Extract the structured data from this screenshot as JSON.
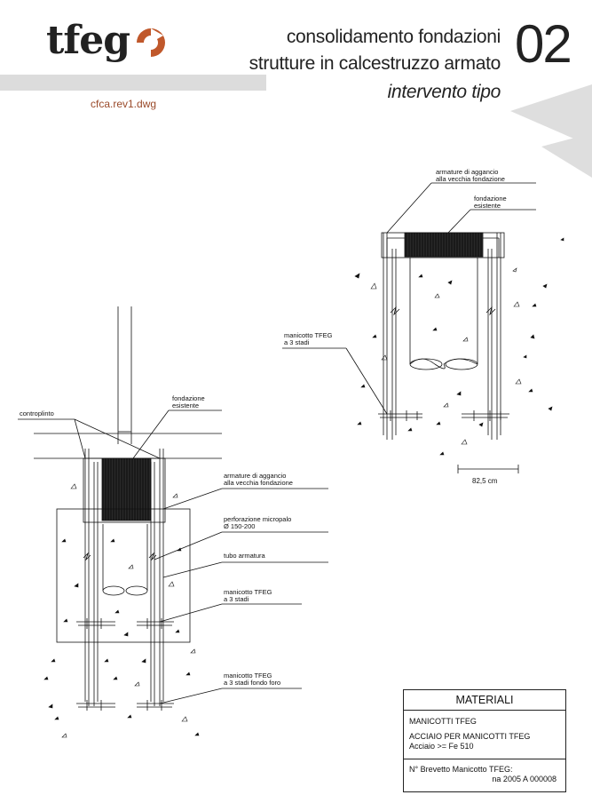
{
  "header": {
    "logo_text": "tfeg",
    "filename": "cfca.rev1.dwg",
    "title_line1": "consolidamento fondazioni",
    "title_line2": "strutture in calcestruzzo armato",
    "title_line3": "intervento tipo",
    "number": "02"
  },
  "colors": {
    "logo_accent": "#c0582b",
    "header_bar": "#dcdcdc",
    "ink": "#111111"
  },
  "drawing_top": {
    "label_armature_1": "armature di aggancio",
    "label_armature_2": "alla vecchia fondazione",
    "label_fondazione_1": "fondazione",
    "label_fondazione_2": "esistente",
    "label_manicotto_1": "manicotto TFEG",
    "label_manicotto_2": "a 3 stadi",
    "dimension": "82,5 cm"
  },
  "drawing_bottom": {
    "label_controplinto": "controplinto",
    "label_fondazione_1": "fondazione",
    "label_fondazione_2": "esistente",
    "label_armature_1": "armature di aggancio",
    "label_armature_2": "alla vecchia fondazione",
    "label_perforazione_1": "perforazione micropalo",
    "label_perforazione_2": "Ø 150-200",
    "label_tubo": "tubo armatura",
    "label_manicotto_1": "manicotto TFEG",
    "label_manicotto_2": "a 3 stadi",
    "label_fondo_1": "manicotto TFEG",
    "label_fondo_2": "a 3 stadi fondo foro"
  },
  "materials": {
    "header": "MATERIALI",
    "item_title": "MANICOTTI TFEG",
    "item_line1": "ACCIAIO PER MANICOTTI TFEG",
    "item_line2": "Acciaio >= Fe 510",
    "patent_line1": "N° Brevetto Manicotto TFEG:",
    "patent_line2": "na 2005 A 000008"
  }
}
